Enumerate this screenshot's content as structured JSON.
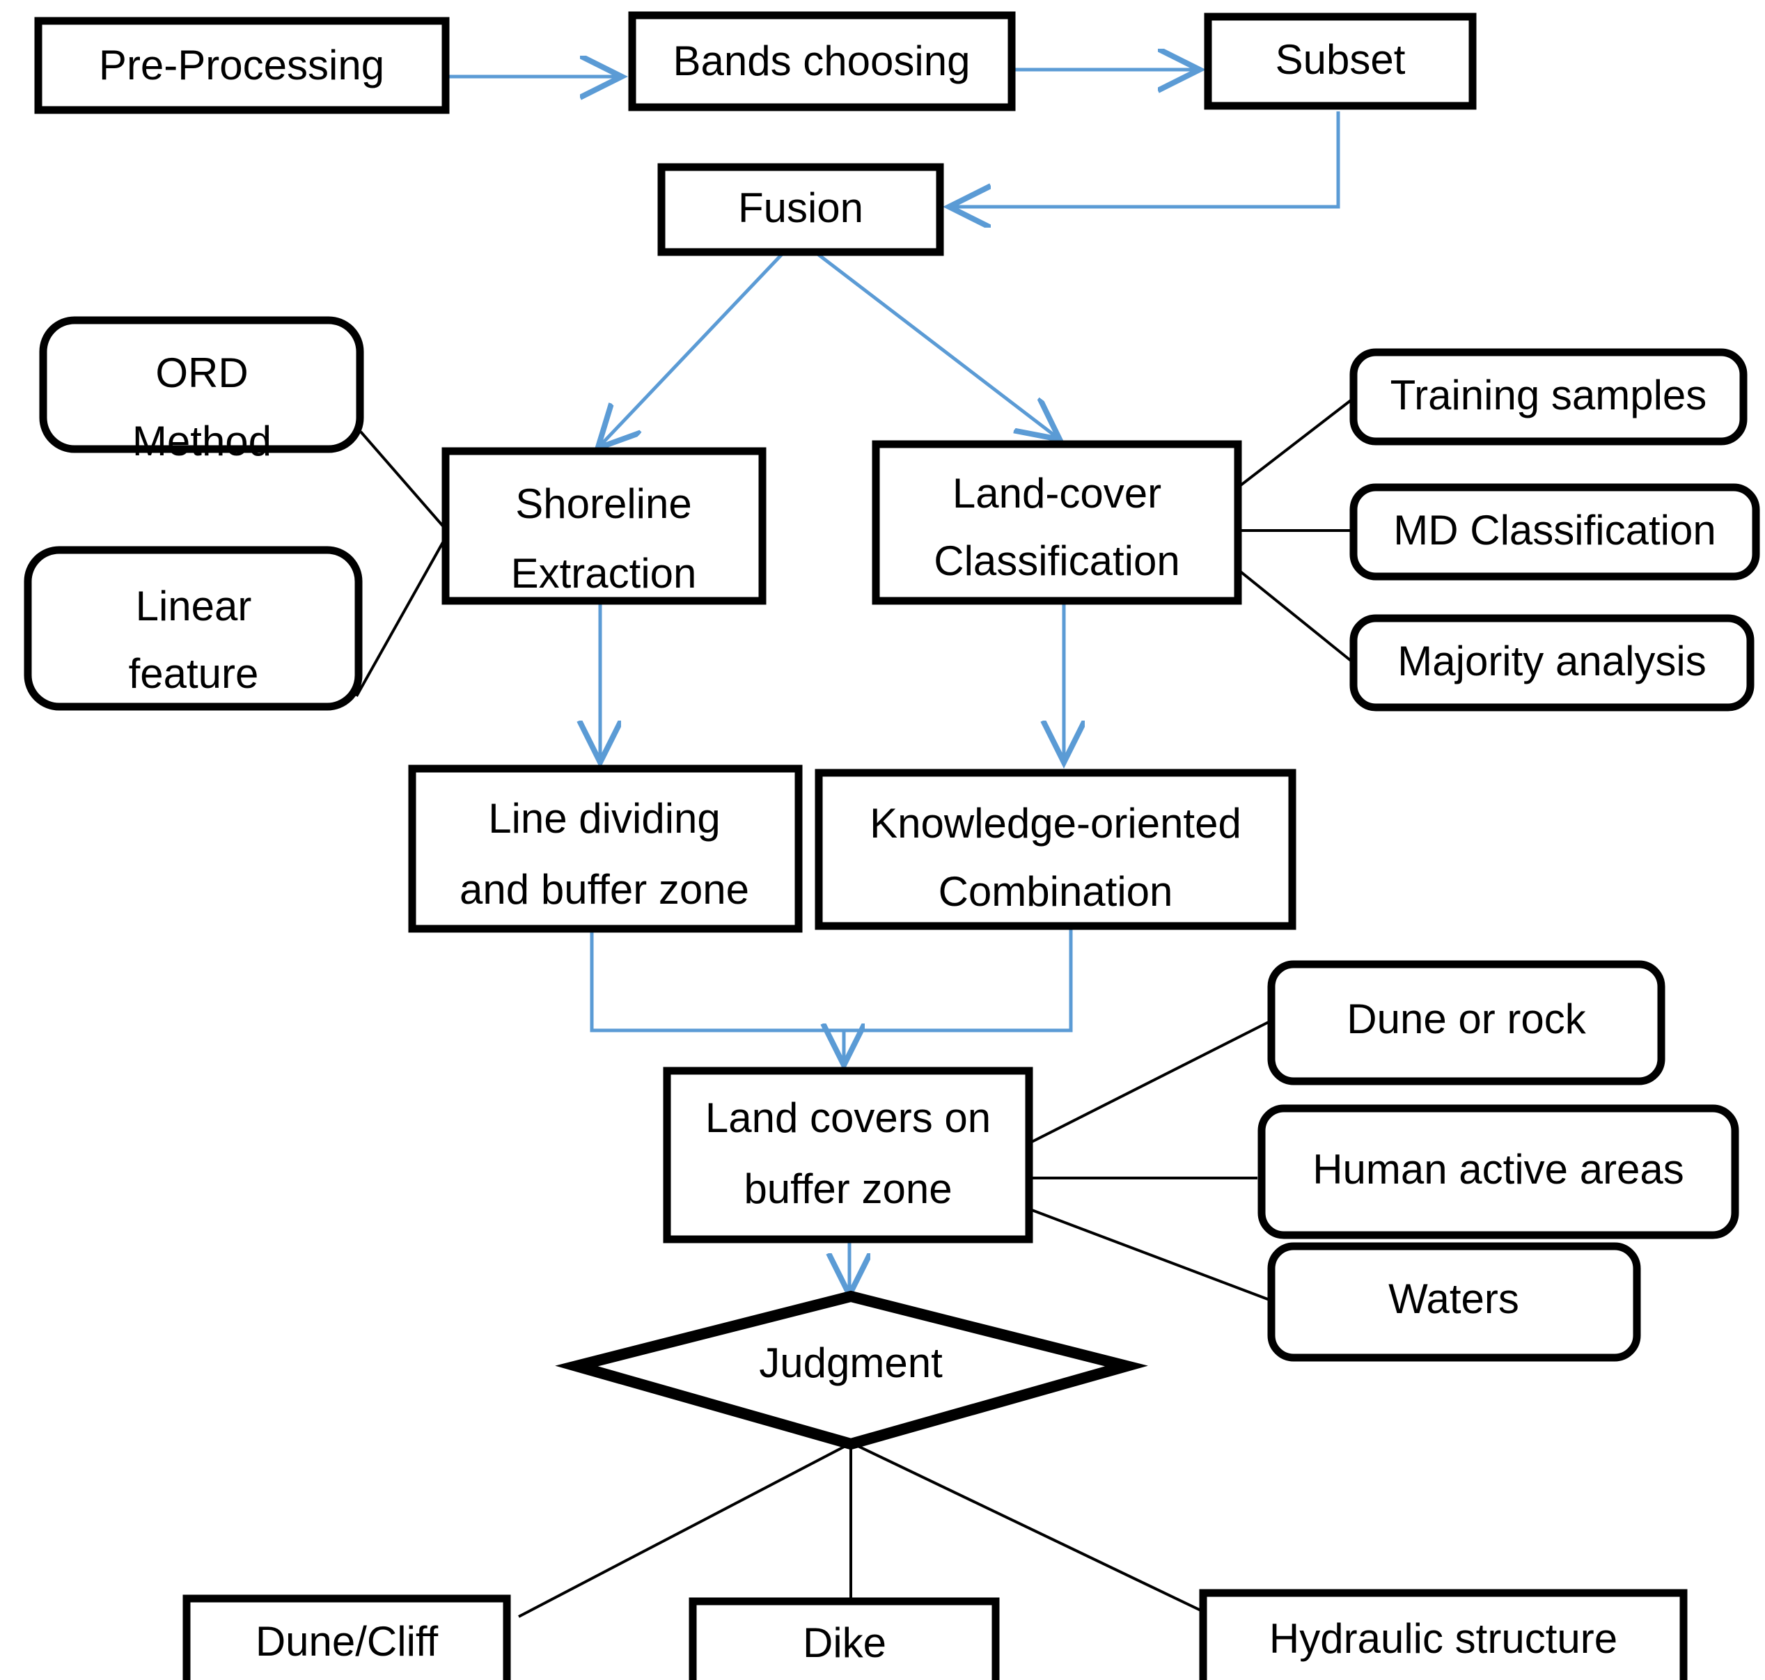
{
  "diagram": {
    "title": "Coastline feature extraction and classification workflow",
    "colors": {
      "arrow": "#5B9BD5",
      "connector": "#000000",
      "node_border": "#000000",
      "node_fill": "#ffffff",
      "text": "#000000",
      "background": "#ffffff"
    },
    "nodes": {
      "pre_processing": {
        "label": "Pre-Processing",
        "shape": "rect"
      },
      "bands_choosing": {
        "label": "Bands choosing",
        "shape": "rect"
      },
      "subset": {
        "label": "Subset",
        "shape": "rect"
      },
      "fusion": {
        "label": "Fusion",
        "shape": "rect"
      },
      "ord_method": {
        "label_line1": "ORD",
        "label_line2": "Method",
        "shape": "rounded-rect"
      },
      "linear_feature": {
        "label_line1": "Linear",
        "label_line2": "feature",
        "shape": "rounded-rect"
      },
      "shoreline_extraction": {
        "label_line1": "Shoreline",
        "label_line2": "Extraction",
        "shape": "rect"
      },
      "land_cover_classification": {
        "label_line1": "Land-cover",
        "label_line2": "Classification",
        "shape": "rect"
      },
      "training_samples": {
        "label": "Training samples",
        "shape": "rounded-rect"
      },
      "md_classification": {
        "label": "MD Classification",
        "shape": "rounded-rect"
      },
      "majority_analysis": {
        "label": "Majority analysis",
        "shape": "rounded-rect"
      },
      "line_dividing": {
        "label_line1": "Line dividing",
        "label_line2": "and buffer zone",
        "shape": "rect"
      },
      "knowledge_combination": {
        "label_line1": "Knowledge-oriented",
        "label_line2": "Combination",
        "shape": "rect"
      },
      "land_covers_buffer": {
        "label_line1": "Land covers on",
        "label_line2": "buffer zone",
        "shape": "rect"
      },
      "dune_or_rock": {
        "label": "Dune or rock",
        "shape": "rounded-rect"
      },
      "human_active_areas": {
        "label": "Human active areas",
        "shape": "rounded-rect"
      },
      "waters": {
        "label": "Waters",
        "shape": "rounded-rect"
      },
      "judgment": {
        "label": "Judgment",
        "shape": "diamond"
      },
      "dune_cliff": {
        "label": "Dune/Cliff",
        "shape": "rect"
      },
      "dike": {
        "label": "Dike",
        "shape": "rect"
      },
      "hydraulic_structure": {
        "label": "Hydraulic structure",
        "shape": "rect"
      }
    },
    "edges": [
      {
        "from": "pre_processing",
        "to": "bands_choosing",
        "style": "arrow"
      },
      {
        "from": "bands_choosing",
        "to": "subset",
        "style": "arrow"
      },
      {
        "from": "subset",
        "to": "fusion",
        "style": "arrow"
      },
      {
        "from": "fusion",
        "to": "shoreline_extraction",
        "style": "arrow"
      },
      {
        "from": "fusion",
        "to": "land_cover_classification",
        "style": "arrow"
      },
      {
        "from": "ord_method",
        "to": "shoreline_extraction",
        "style": "plain"
      },
      {
        "from": "linear_feature",
        "to": "shoreline_extraction",
        "style": "plain"
      },
      {
        "from": "land_cover_classification",
        "to": "training_samples",
        "style": "plain"
      },
      {
        "from": "land_cover_classification",
        "to": "md_classification",
        "style": "plain"
      },
      {
        "from": "land_cover_classification",
        "to": "majority_analysis",
        "style": "plain"
      },
      {
        "from": "shoreline_extraction",
        "to": "line_dividing",
        "style": "arrow"
      },
      {
        "from": "land_cover_classification",
        "to": "knowledge_combination",
        "style": "arrow"
      },
      {
        "from": "line_dividing",
        "to": "land_covers_buffer",
        "style": "arrow"
      },
      {
        "from": "knowledge_combination",
        "to": "land_covers_buffer",
        "style": "arrow"
      },
      {
        "from": "land_covers_buffer",
        "to": "dune_or_rock",
        "style": "plain"
      },
      {
        "from": "land_covers_buffer",
        "to": "human_active_areas",
        "style": "plain"
      },
      {
        "from": "land_covers_buffer",
        "to": "waters",
        "style": "plain"
      },
      {
        "from": "land_covers_buffer",
        "to": "judgment",
        "style": "arrow"
      },
      {
        "from": "judgment",
        "to": "dune_cliff",
        "style": "plain"
      },
      {
        "from": "judgment",
        "to": "dike",
        "style": "plain"
      },
      {
        "from": "judgment",
        "to": "hydraulic_structure",
        "style": "plain"
      }
    ]
  }
}
